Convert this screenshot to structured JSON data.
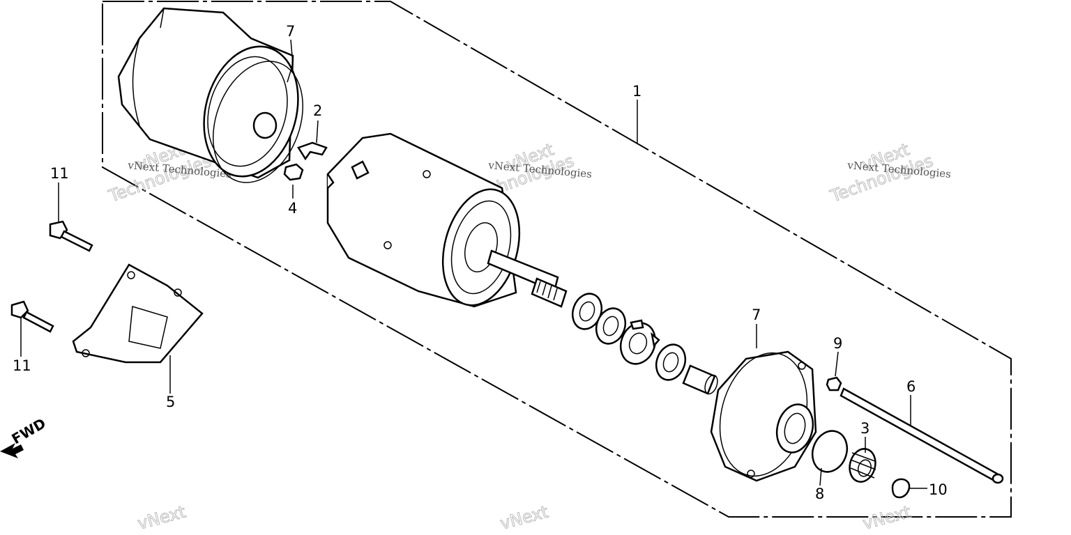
{
  "diagram": {
    "callouts": {
      "c1": "1",
      "c2": "2",
      "c3": "3",
      "c4": "4",
      "c5": "5",
      "c6": "6",
      "c7a": "7",
      "c7b": "7",
      "c8": "8",
      "c9": "9",
      "c10": "10",
      "c11a": "11",
      "c11b": "11"
    },
    "fwd_label": "FWD",
    "watermarks": {
      "small": "vNext Technologies",
      "big_line1": "vNext",
      "big_line2": "Technologies"
    }
  }
}
